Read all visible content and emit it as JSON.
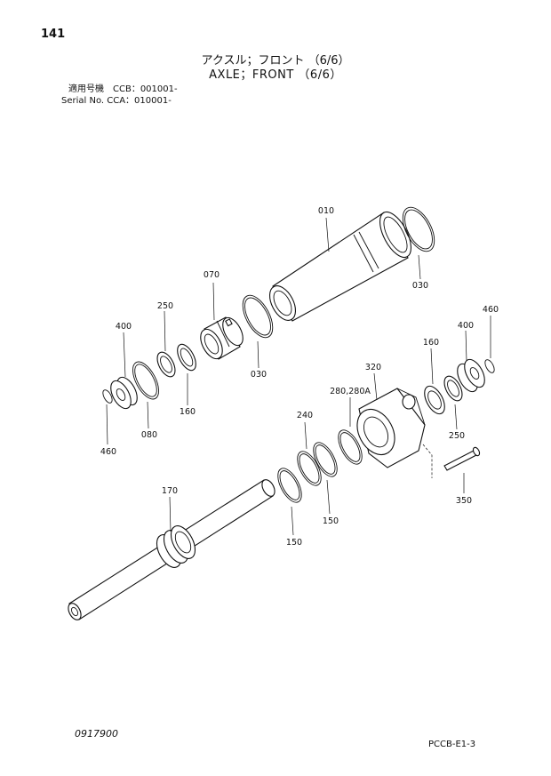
{
  "header": {
    "page_number": "141",
    "title_jp": "アクスル；フロント （6/6）",
    "title_en": "AXLE；FRONT （6/6）",
    "serial_jp": "適用号機　CCB：001001-",
    "serial_en": "Serial No. CCA：010001-"
  },
  "footer": {
    "date_code": "0917900",
    "page_code": "PCCB-E1-3"
  },
  "callouts": {
    "c010": "010",
    "c030_top": "030",
    "c030_mid": "030",
    "c070": "070",
    "c250_left": "250",
    "c400_left": "400",
    "c080": "080",
    "c160_left": "160",
    "c460_left": "460",
    "c320": "320",
    "c160_right": "160",
    "c400_right": "400",
    "c460_right": "460",
    "c280": "280,280A",
    "c240": "240",
    "c250_right": "250",
    "c350": "350",
    "c170": "170",
    "c150_left": "150",
    "c150_right": "150"
  }
}
